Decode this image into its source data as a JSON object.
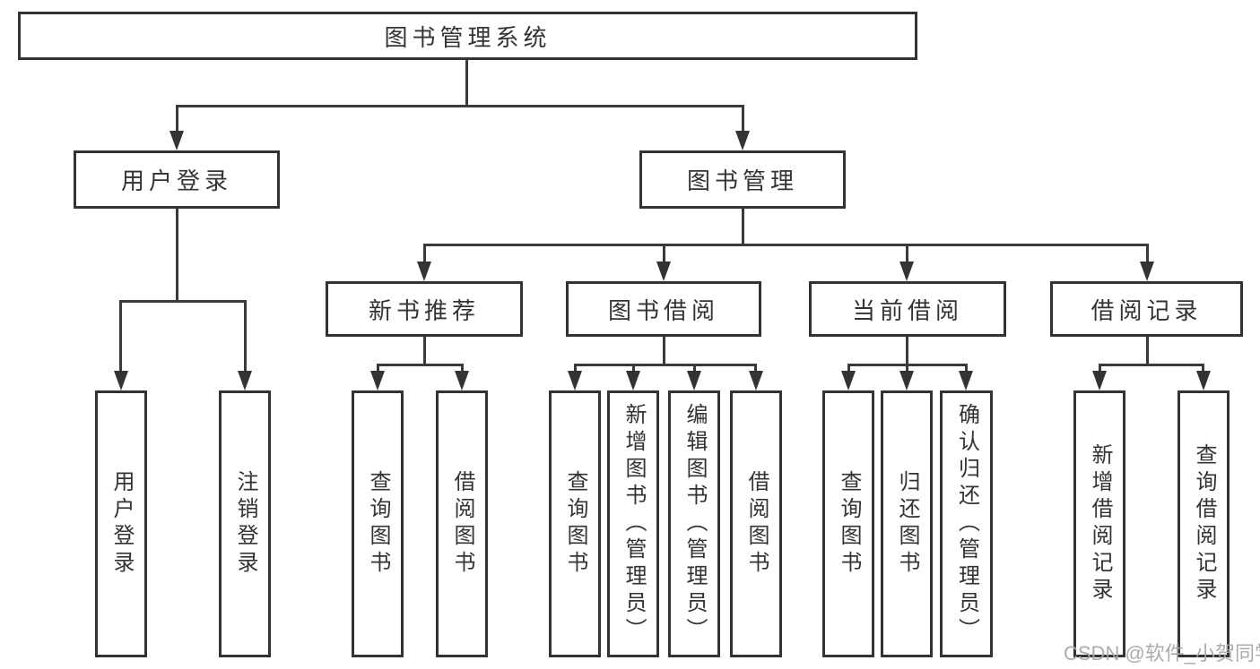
{
  "nodes": {
    "root": "图书管理系统",
    "level2": [
      "用户登录",
      "图书管理"
    ],
    "level3": [
      "新书推荐",
      "图书借阅",
      "当前借阅",
      "借阅记录"
    ],
    "leaves_login": [
      "用户登录",
      "注销登录"
    ],
    "leaves_newbooks": [
      "查询图书",
      "借阅图书"
    ],
    "leaves_borrow": [
      "查询图书",
      "新增图书（管理员）",
      "编辑图书（管理员）",
      "借阅图书"
    ],
    "leaves_current": [
      "查询图书",
      "归还图书",
      "确认归还（管理员）"
    ],
    "leaves_records": [
      "新增借阅记录",
      "查询借阅记录"
    ]
  },
  "watermark": "CSDN @软件_小贺同学",
  "colors": {
    "line": "#333333",
    "box_border": "#333333",
    "text": "#333333",
    "watermark": "#a8a8a8",
    "background": "#ffffff"
  }
}
